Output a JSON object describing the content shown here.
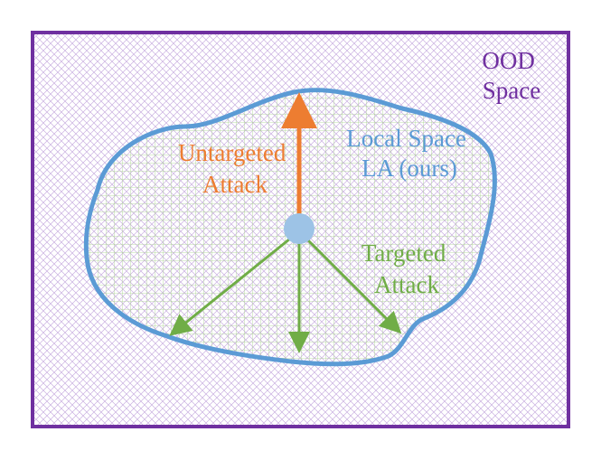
{
  "ood_space": {
    "line1": "OOD",
    "line2": "Space"
  },
  "local_space": {
    "line1": "Local Space",
    "line2": "LA (ours)"
  },
  "untargeted_attack": {
    "line1": "Untargeted",
    "line2": "Attack"
  },
  "targeted_attack": {
    "line1": "Targeted",
    "line2": "Attack"
  },
  "colors": {
    "ood_border": "#6f30a0",
    "ood_text": "#7030a0",
    "ood_pattern": "#c9b0e0",
    "local_border": "#5b9bd5",
    "local_text": "#5b9bd5",
    "local_grid": "#a9d18e",
    "untargeted": "#ed7d31",
    "targeted": "#70ad47",
    "sample_point": "#9dc3e6"
  }
}
